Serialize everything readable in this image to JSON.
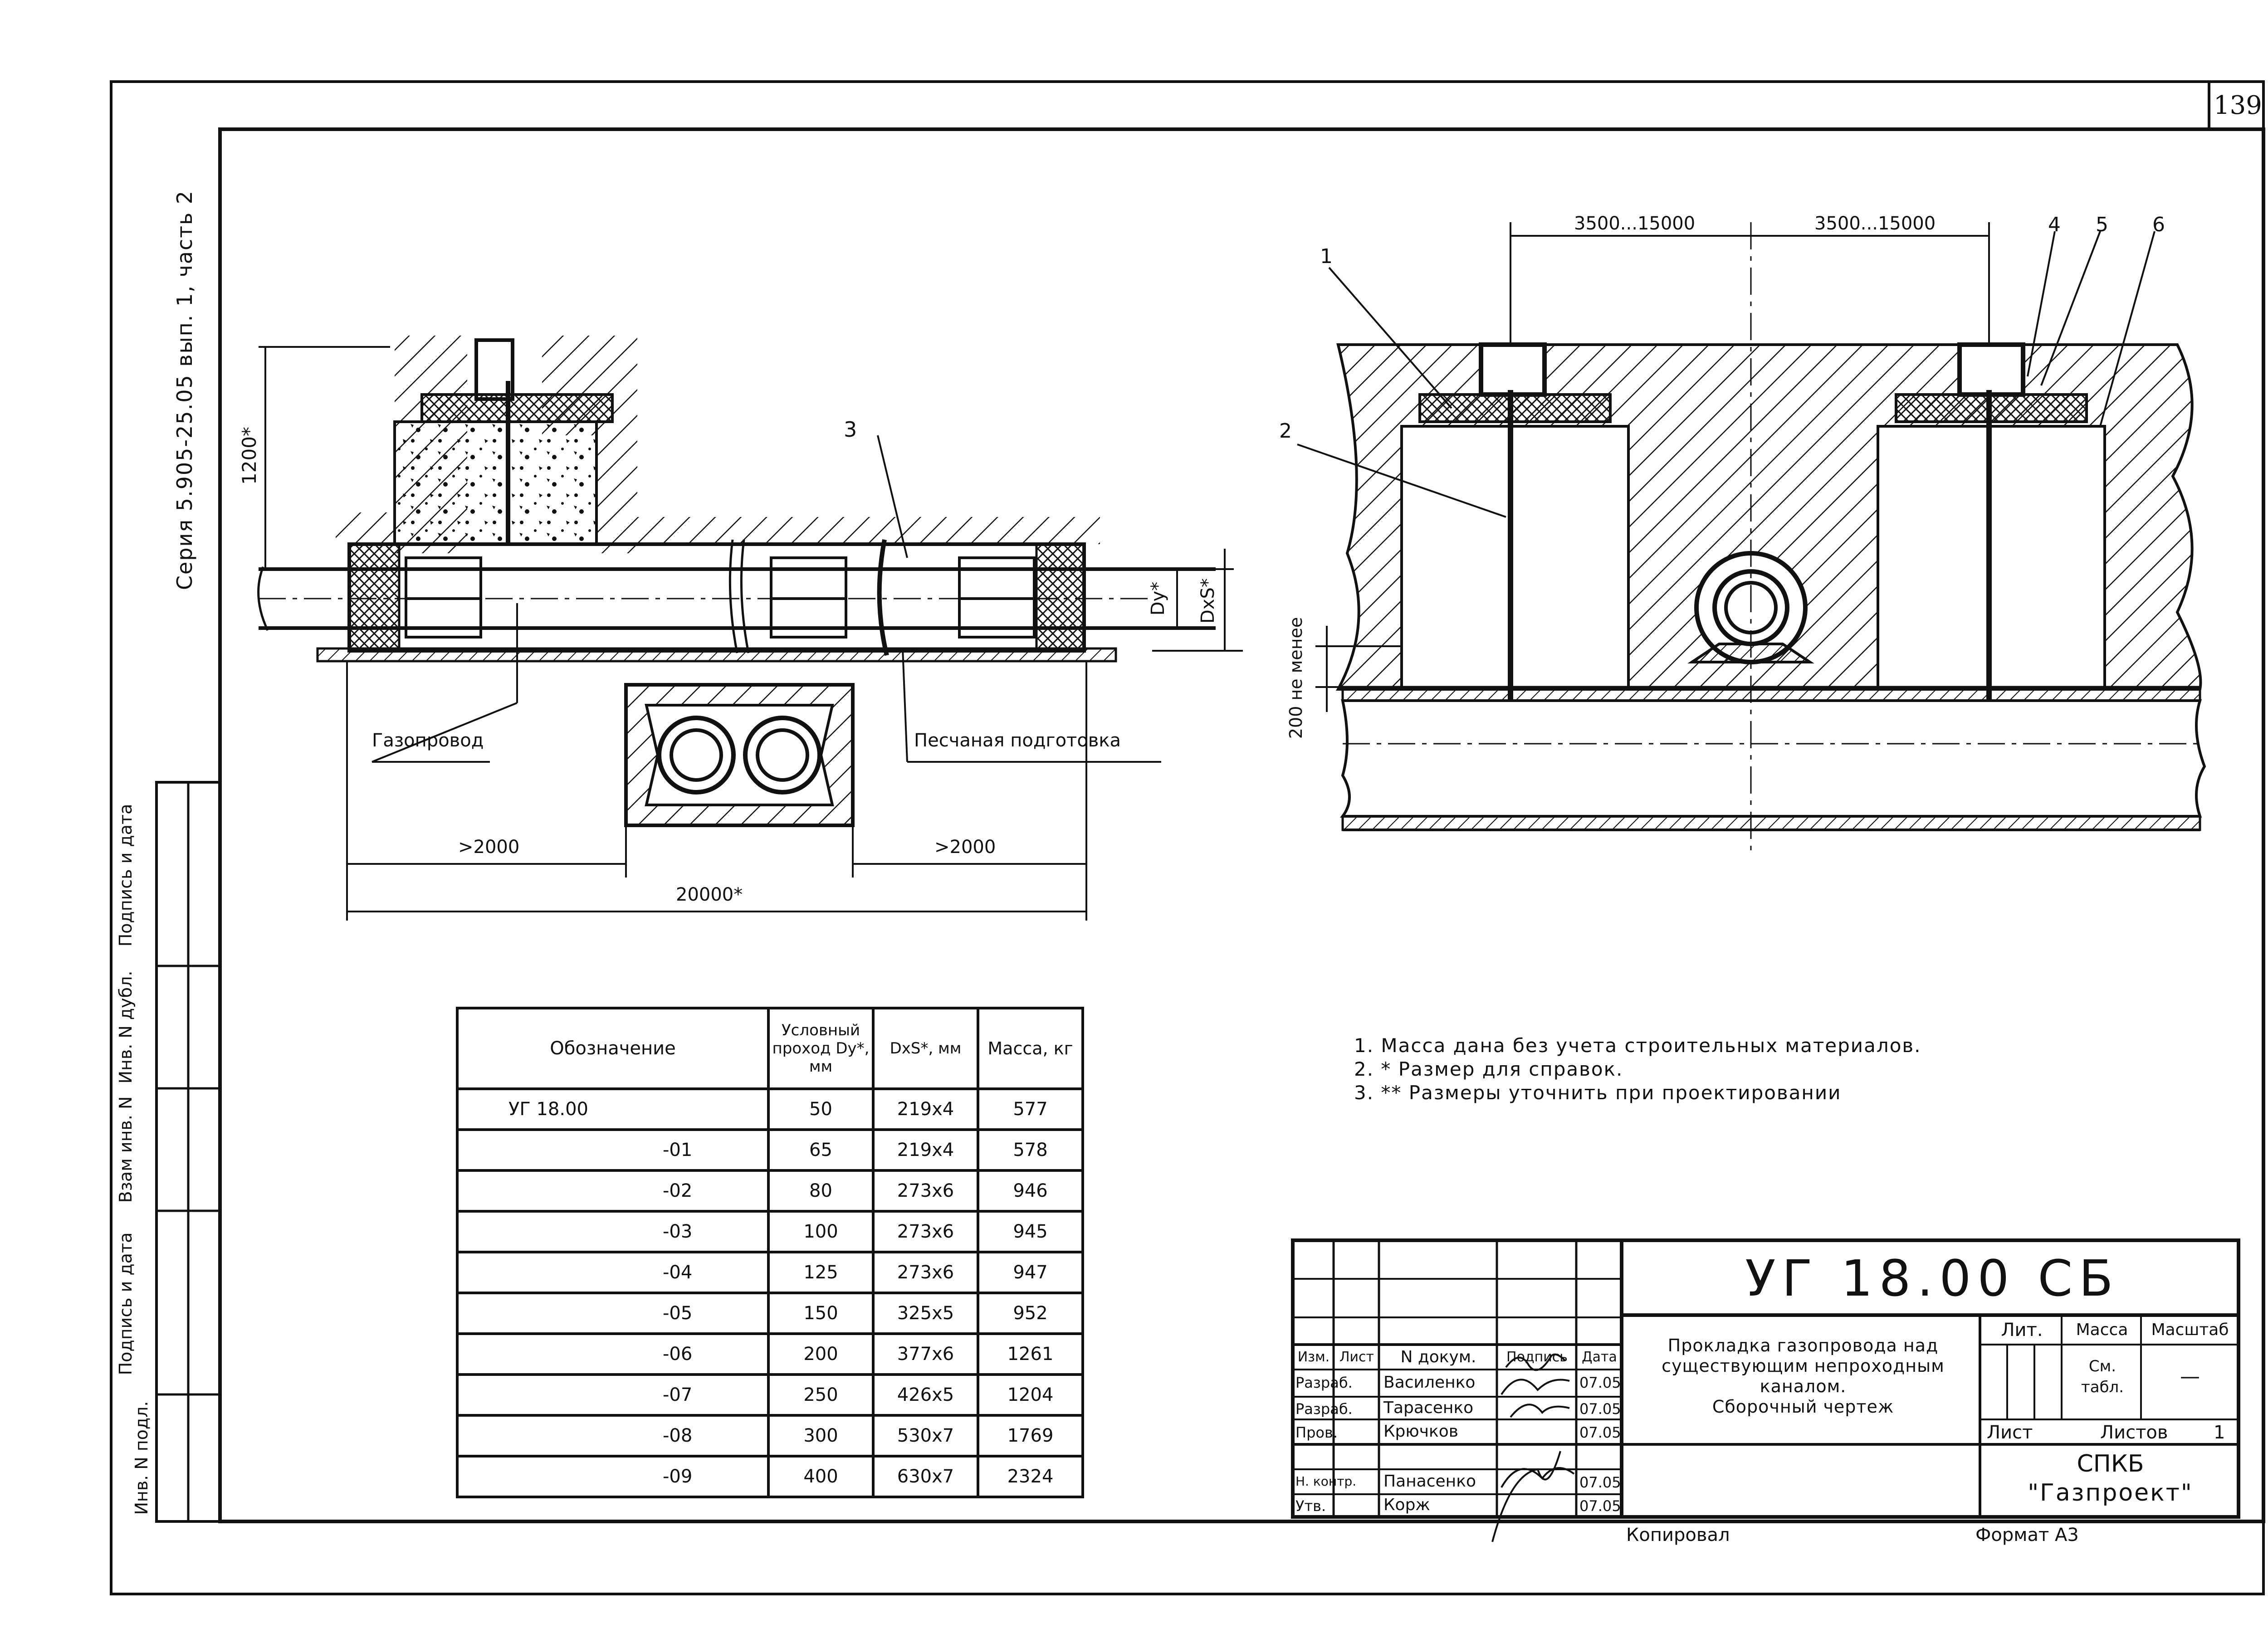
{
  "page_number": "139",
  "series_label": "Серия 5.905-25.05 вып. 1, часть 2",
  "side_labels": [
    "Инв. N подл.",
    "Подпись и дата",
    "Взам инв. N",
    "Инв. N дубл.",
    "Подпись и дата"
  ],
  "left_view": {
    "dim_depth": "1200*",
    "callout_3": "3",
    "dim_dy": "Dy*",
    "dim_dxs": "DxS*",
    "label_gas": "Газопровод",
    "label_sand": "Песчаная подготовка",
    "dim_left": ">2000",
    "dim_right": ">2000",
    "dim_total": "20000*"
  },
  "right_view": {
    "dim_a": "3500...15000",
    "dim_b": "3500...15000",
    "dim_min": "200 не менее",
    "callouts": [
      "1",
      "2",
      "4",
      "5",
      "6"
    ]
  },
  "table": {
    "headers": [
      "Обозначение",
      "Условный проход Dy*, мм",
      "DxS*, мм",
      "Масса, кг"
    ],
    "rows": [
      {
        "code": "УГ 18.00",
        "dy": "50",
        "dxs": "219x4",
        "mass": "577"
      },
      {
        "code": "-01",
        "dy": "65",
        "dxs": "219x4",
        "mass": "578"
      },
      {
        "code": "-02",
        "dy": "80",
        "dxs": "273x6",
        "mass": "946"
      },
      {
        "code": "-03",
        "dy": "100",
        "dxs": "273x6",
        "mass": "945"
      },
      {
        "code": "-04",
        "dy": "125",
        "dxs": "273x6",
        "mass": "947"
      },
      {
        "code": "-05",
        "dy": "150",
        "dxs": "325x5",
        "mass": "952"
      },
      {
        "code": "-06",
        "dy": "200",
        "dxs": "377x6",
        "mass": "1261"
      },
      {
        "code": "-07",
        "dy": "250",
        "dxs": "426x5",
        "mass": "1204"
      },
      {
        "code": "-08",
        "dy": "300",
        "dxs": "530x7",
        "mass": "1769"
      },
      {
        "code": "-09",
        "dy": "400",
        "dxs": "630x7",
        "mass": "2324"
      }
    ]
  },
  "notes": [
    "1. Масса дана без учета строительных материалов.",
    "2. * Размер для справок.",
    "3. ** Размеры уточнить при проектировании"
  ],
  "stamp": {
    "doc_code": "УГ 18.00 СБ",
    "title_lines": [
      "Прокладка газопровода над",
      "существующим непроходным",
      "каналом.",
      "Сборочный чертеж"
    ],
    "col_heads": [
      "Изм.",
      "Лист",
      "N докум.",
      "Подпись",
      "Дата"
    ],
    "people": [
      {
        "role": "Разраб.",
        "name": "Василенко",
        "date": "07.05"
      },
      {
        "role": "Разраб.",
        "name": "Тарасенко",
        "date": "07.05"
      },
      {
        "role": "Пров.",
        "name": "Крючков",
        "date": "07.05"
      },
      {
        "role": "Н. контр.",
        "name": "Панасенко",
        "date": "07.05"
      },
      {
        "role": "Утв.",
        "name": "Корж",
        "date": "07.05"
      }
    ],
    "lit": "Лит.",
    "massa": "Масса",
    "masshtab": "Масштаб",
    "mass_value": "См. табл.",
    "scale_value": "—",
    "sheet": "Лист",
    "sheets": "Листов",
    "sheets_count": "1",
    "org_line1": "СПКБ",
    "org_line2": "\"Газпроект\""
  },
  "footer": {
    "kopiroval": "Копировал",
    "format": "Формат А3"
  }
}
